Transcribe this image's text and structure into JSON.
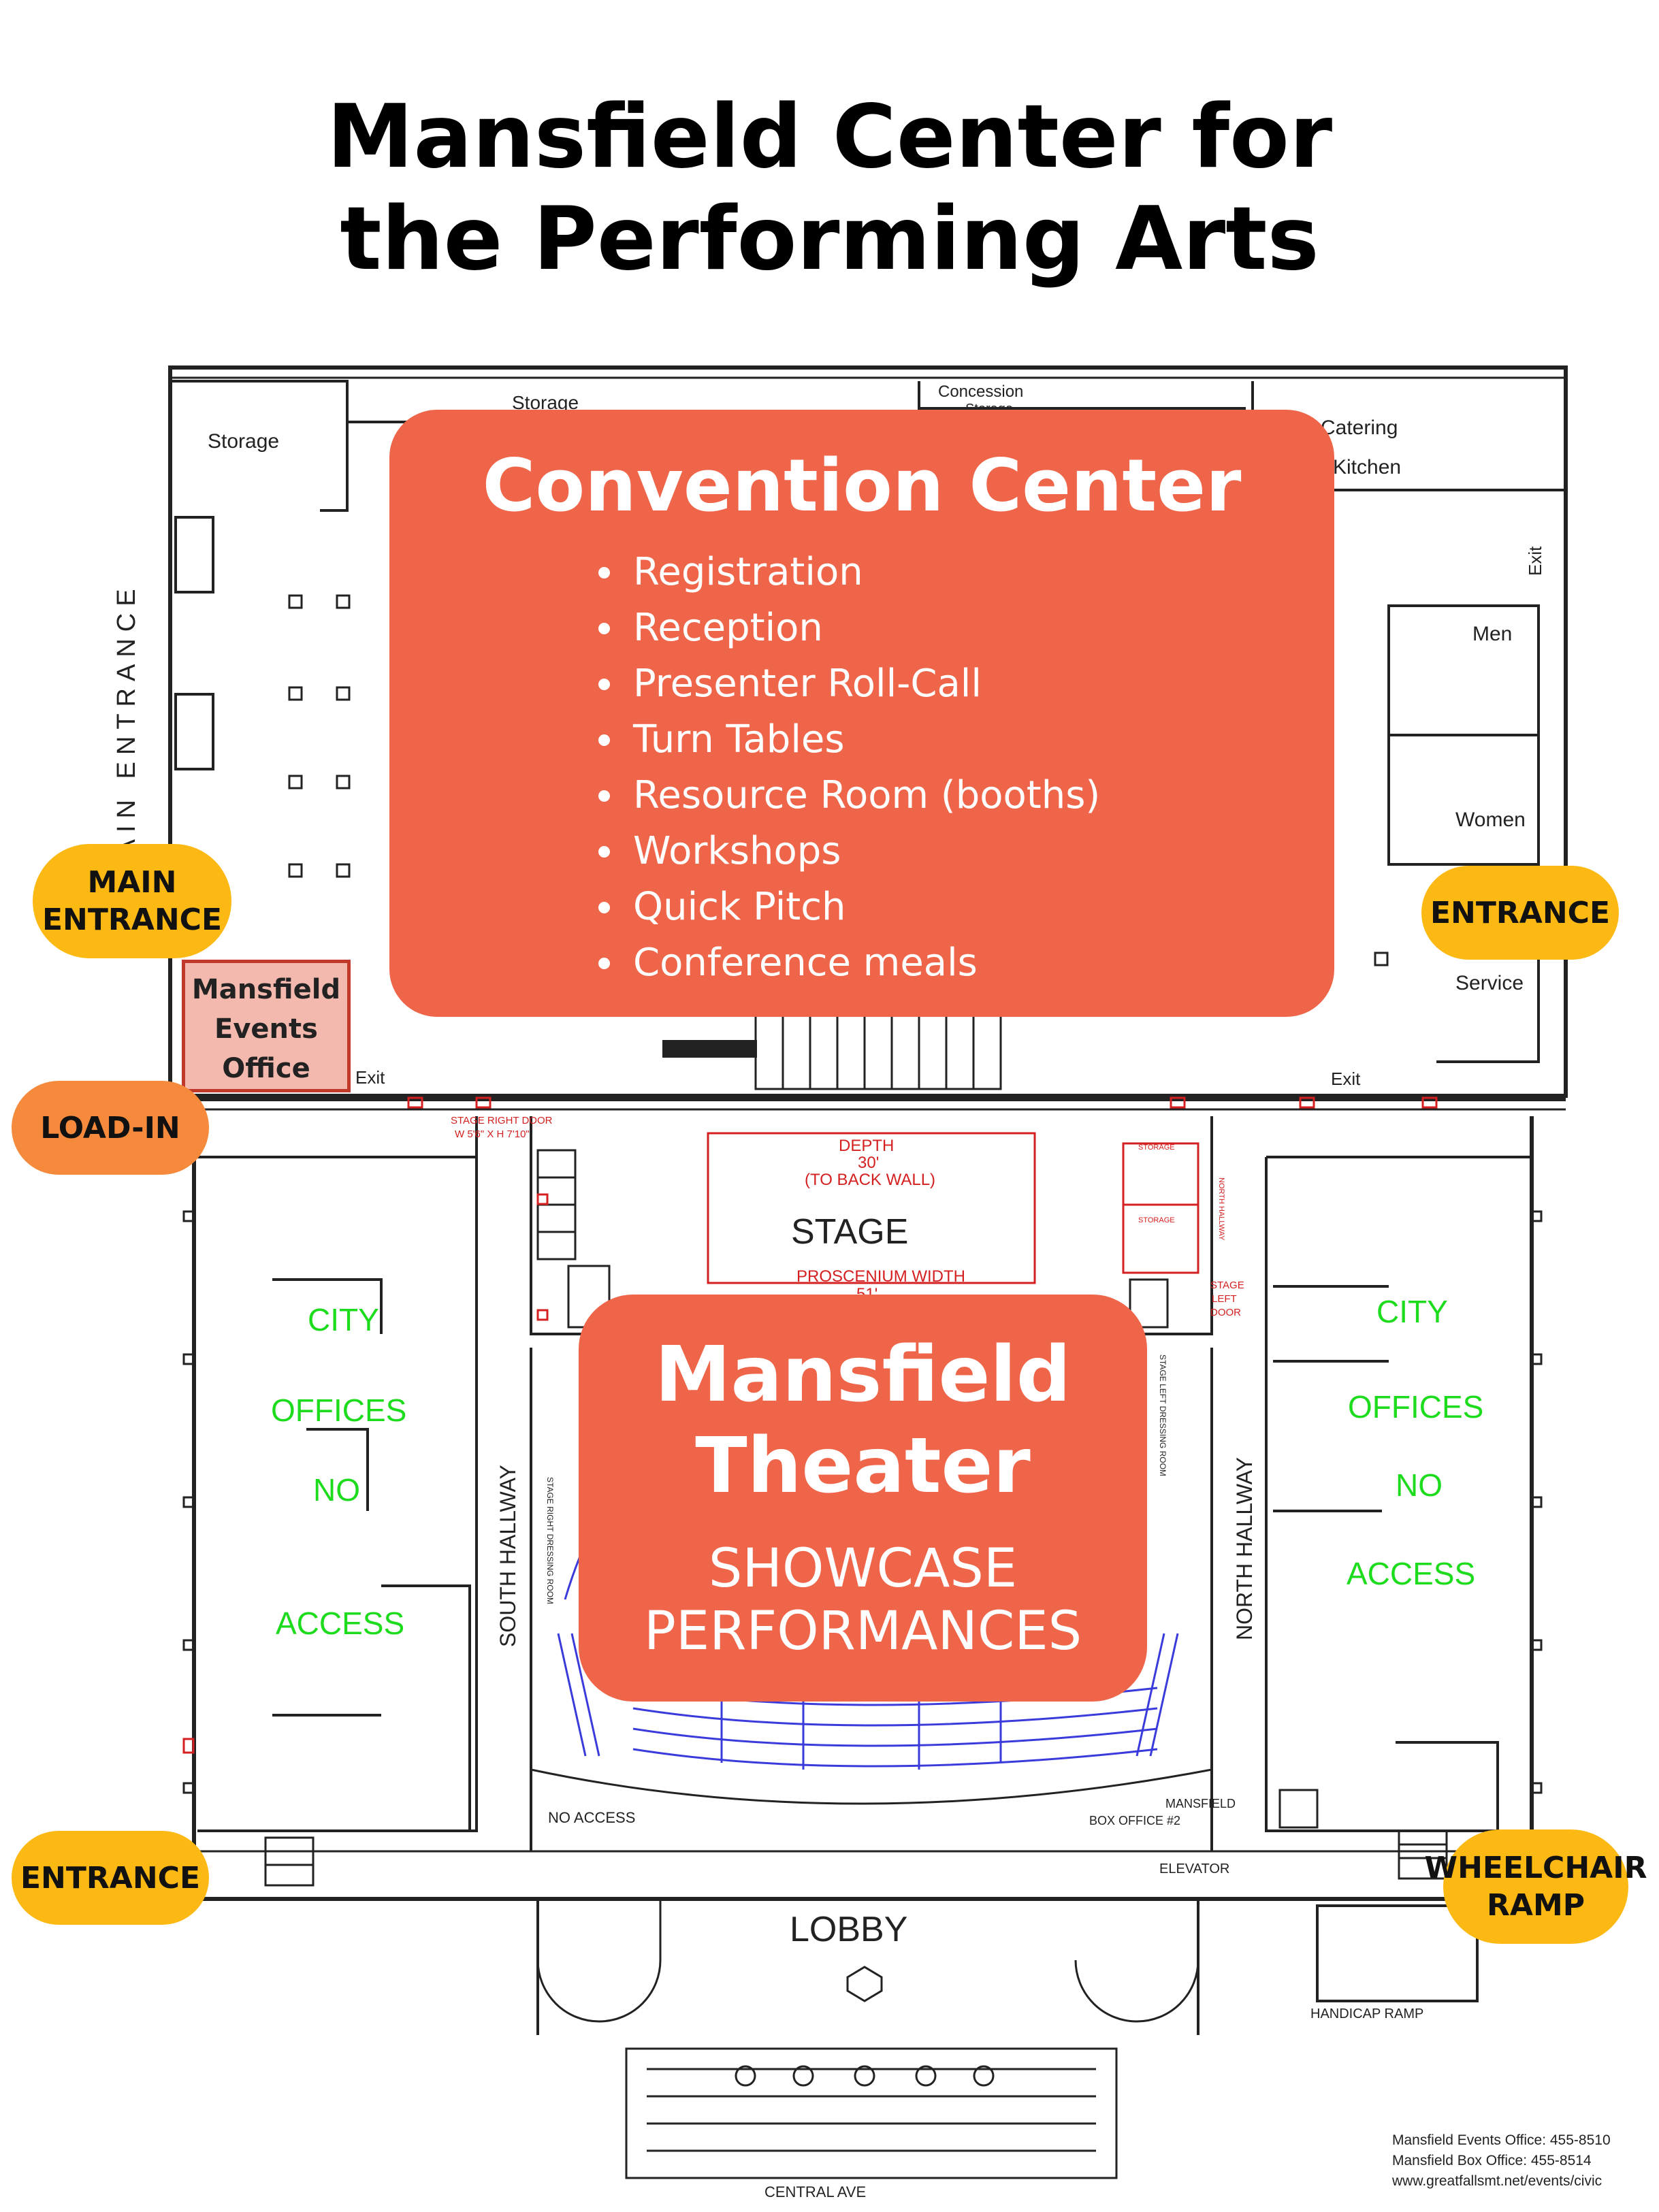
{
  "title": {
    "line1": "Mansfield Center for",
    "line2": "the Performing Arts"
  },
  "convention_center": {
    "heading": "Convention Center",
    "items": [
      "Registration",
      "Reception",
      "Presenter Roll-Call",
      "Turn Tables",
      "Resource Room (booths)",
      "Workshops",
      "Quick Pitch",
      "Conference meals"
    ]
  },
  "theater": {
    "name_line1": "Mansfield",
    "name_line2": "Theater",
    "sub_line1": "SHOWCASE",
    "sub_line2": "PERFORMANCES"
  },
  "callouts": {
    "main_entrance_1": "MAIN",
    "main_entrance_2": "ENTRANCE",
    "entrance_right": "ENTRANCE",
    "load_in": "LOAD-IN",
    "entrance_left": "ENTRANCE",
    "wheelchair_1": "WHEELCHAIR",
    "wheelchair_2": "RAMP"
  },
  "events_office": {
    "line1": "Mansfield",
    "line2": "Events",
    "line3": "Office"
  },
  "rooms": {
    "storage_left": "Storage",
    "storage_top": "Storage",
    "concession": "Concession",
    "concession_2": "Storage",
    "catering": "Catering",
    "kitchen": "Kitchen",
    "exit_right": "Exit",
    "men": "Men",
    "women": "Women",
    "service": "Service",
    "exit_left": "Exit",
    "exit_mid": "Exit",
    "main_entrance_vertical": "MAIN ENTRANCE",
    "stage": "STAGE",
    "lobby": "LOBBY",
    "south_hallway": "SOUTH HALLWAY",
    "north_hallway": "NORTH HALLWAY",
    "no_access": "NO ACCESS",
    "box_office_1": "MANSFIELD",
    "box_office_2": "BOX OFFICE #2",
    "elevator": "ELEVATOR",
    "handicap_ramp": "HANDICAP RAMP",
    "central_ave": "CENTRAL AVE",
    "stage_right_dressing": "STAGE RIGHT DRESSING ROOM",
    "stage_left_dressing": "STAGE LEFT DRESSING ROOM",
    "storage_small_1": "STORAGE",
    "storage_small_2": "STORAGE",
    "north_hallway_small": "NORTH HALLWAY"
  },
  "stage_notes": {
    "stage_right_door_1": "STAGE RIGHT DOOR",
    "stage_right_door_2": "W 5'6\" X H 7'10\"",
    "depth_1": "DEPTH",
    "depth_2": "30'",
    "depth_3": "(TO BACK WALL)",
    "proscenium_1": "PROSCENIUM WIDTH",
    "proscenium_2": "51'",
    "stage_left_door_1": "STAGE",
    "stage_left_door_2": "LEFT",
    "stage_left_door_3": "DOOR"
  },
  "city_offices_left": {
    "a": "CITY",
    "b": "OFFICES",
    "c": "NO",
    "d": "ACCESS"
  },
  "city_offices_right": {
    "a": "CITY",
    "b": "OFFICES",
    "c": "NO",
    "d": "ACCESS"
  },
  "footer": {
    "line1": "Mansfield Events Office: 455-8510",
    "line2": "Mansfield Box Office: 455-8514",
    "line3": "www.greatfallsmt.net/events/civic"
  },
  "colors": {
    "panel": "#ef654a",
    "callout_yellow": "#fcb813",
    "callout_orange": "#f58a3c",
    "seats": "#3b3bdc",
    "city_offices": "#1ddc1d",
    "notes_red": "#d42020"
  }
}
